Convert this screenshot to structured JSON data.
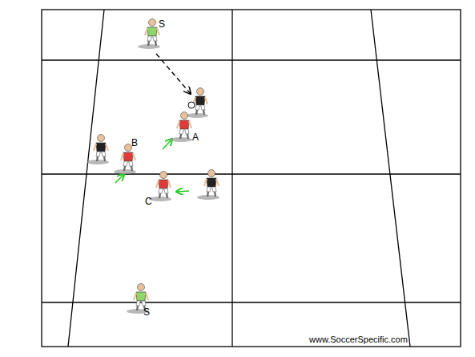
{
  "diagram": {
    "labels": [
      "S",
      "A",
      "B",
      "C",
      "S",
      "www.SoccerSpecific.com"
    ]
  }
}
